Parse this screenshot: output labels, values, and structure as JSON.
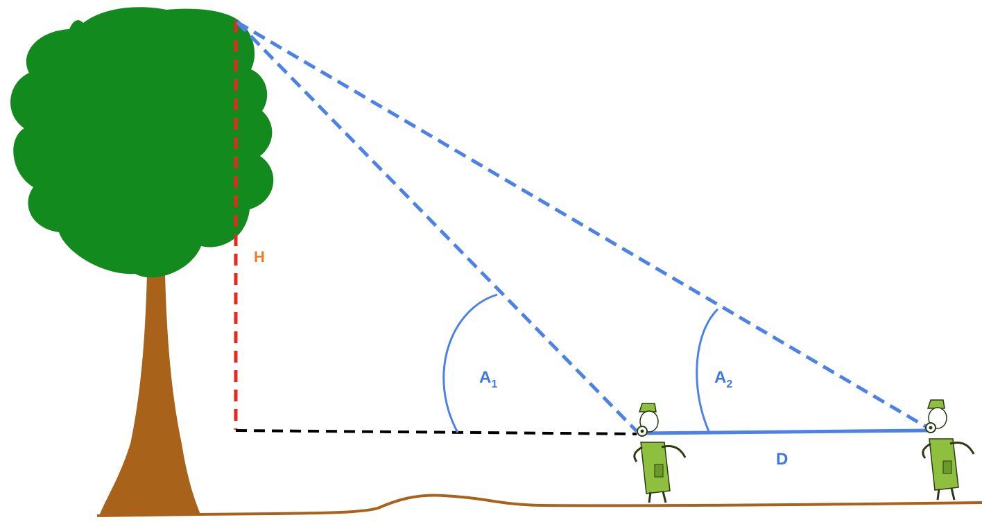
{
  "labels": {
    "height": "H",
    "angle1_letter": "A",
    "angle1_sub": "1",
    "angle2_letter": "A",
    "angle2_sub": "2",
    "distance": "D"
  },
  "colors": {
    "tree_crown": "#138a1d",
    "tree_trunk": "#a8621a",
    "ground": "#a8621a",
    "height_line": "#e62a1e",
    "sight_lines": "#4c82e6",
    "baseline_black": "#000000",
    "label_height": "#f07a1e",
    "label_angles": "#3d77e0",
    "observer_coat": "#8fbf3e"
  },
  "icons": [
    "tree-icon",
    "observer-near-icon",
    "observer-far-icon"
  ]
}
